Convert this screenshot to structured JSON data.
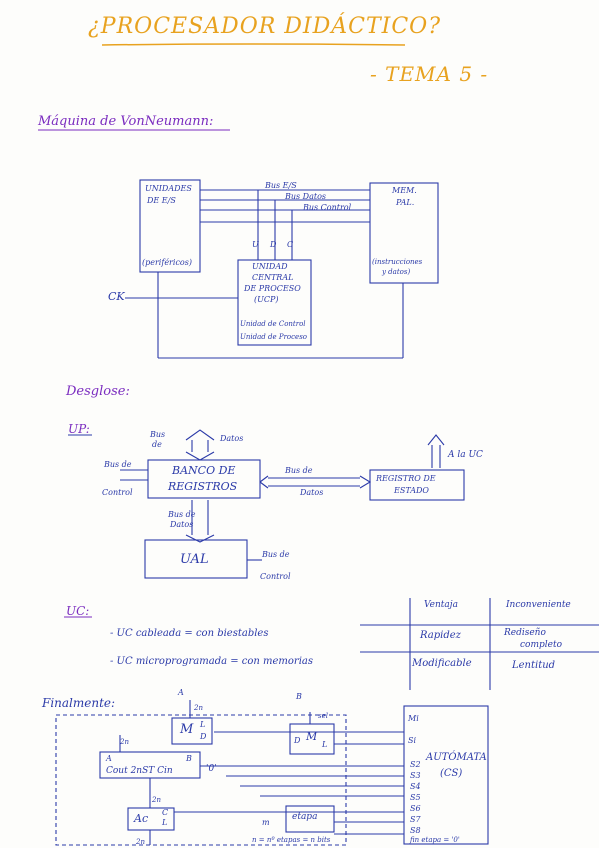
{
  "title": "¿PROCESADOR DIDÁCTICO?",
  "subtitle": "- TEMA 5 -",
  "section1": "Máquina de VonNeumann:",
  "vn": {
    "io": [
      "UNIDADES",
      "DE E/S",
      "(periféricos)"
    ],
    "mem": [
      "MEM.",
      "PAL.",
      "(instrucciones",
      "y datos)"
    ],
    "cpu": [
      "UNIDAD",
      "CENTRAL",
      "DE PROCESO",
      "(UCP)",
      "Unidad de Control",
      "Unidad de Proceso"
    ],
    "buses": [
      "Bus E/S",
      "Bus Datos",
      "Bus Control"
    ],
    "ck": "CK",
    "sym": [
      "U",
      "D",
      "C"
    ]
  },
  "section2": "Desglose:",
  "up_label": "UP:",
  "up": {
    "bus_datos_top": [
      "Bus",
      "de",
      "Datos"
    ],
    "bus_control_left": [
      "Bus de",
      "Control"
    ],
    "banco": [
      "BANCO DE",
      "REGISTROS"
    ],
    "bus_datos_mid": [
      "Bus de",
      "Datos"
    ],
    "registro": [
      "REGISTRO DE",
      "ESTADO"
    ],
    "a_la_uc": "A la UC",
    "bus_datos_down": [
      "Bus de",
      "Datos"
    ],
    "ual": "UAL",
    "bus_control_ual": [
      "Bus de",
      "Control"
    ]
  },
  "uc_label": "UC:",
  "uc": {
    "headers": [
      "Ventaja",
      "Inconveniente"
    ],
    "rows": [
      {
        "text": "- UC cableada = con biestables",
        "ventaja": "Rapidez",
        "inconv": [
          "Rediseño",
          "completo"
        ]
      },
      {
        "text": "- UC microprogramada = con memorias",
        "ventaja": "Modificable",
        "inconv": [
          "Lentitud"
        ]
      }
    ]
  },
  "section3": "Finalmente:",
  "fin": {
    "a_top": "A",
    "n1": "2n",
    "mux": "M",
    "mux_l": "L",
    "mux_d": "D",
    "b_top": "B",
    "sel": "sel",
    "d": "D",
    "m2": "M",
    "m2_l": "L",
    "n2": "2n",
    "in_a": "A",
    "in_b": "B",
    "comp": "Cout 2nST Cin",
    "zero": "'0'",
    "n3": "2n",
    "ac": "Ac",
    "ac_c": "C",
    "ac_l": "L",
    "m_label": "m",
    "etapa": "etapa",
    "eq": "n = nº etapas = n bits",
    "automata": [
      "AUTÓMATA",
      "(CS)"
    ],
    "mi": "Mi",
    "si": "Si",
    "signals": [
      "S2",
      "S3",
      "S4",
      "S5",
      "S6",
      "S7",
      "S8"
    ],
    "fin_sig": "fin etapa = '0'",
    "n4": "2n"
  }
}
